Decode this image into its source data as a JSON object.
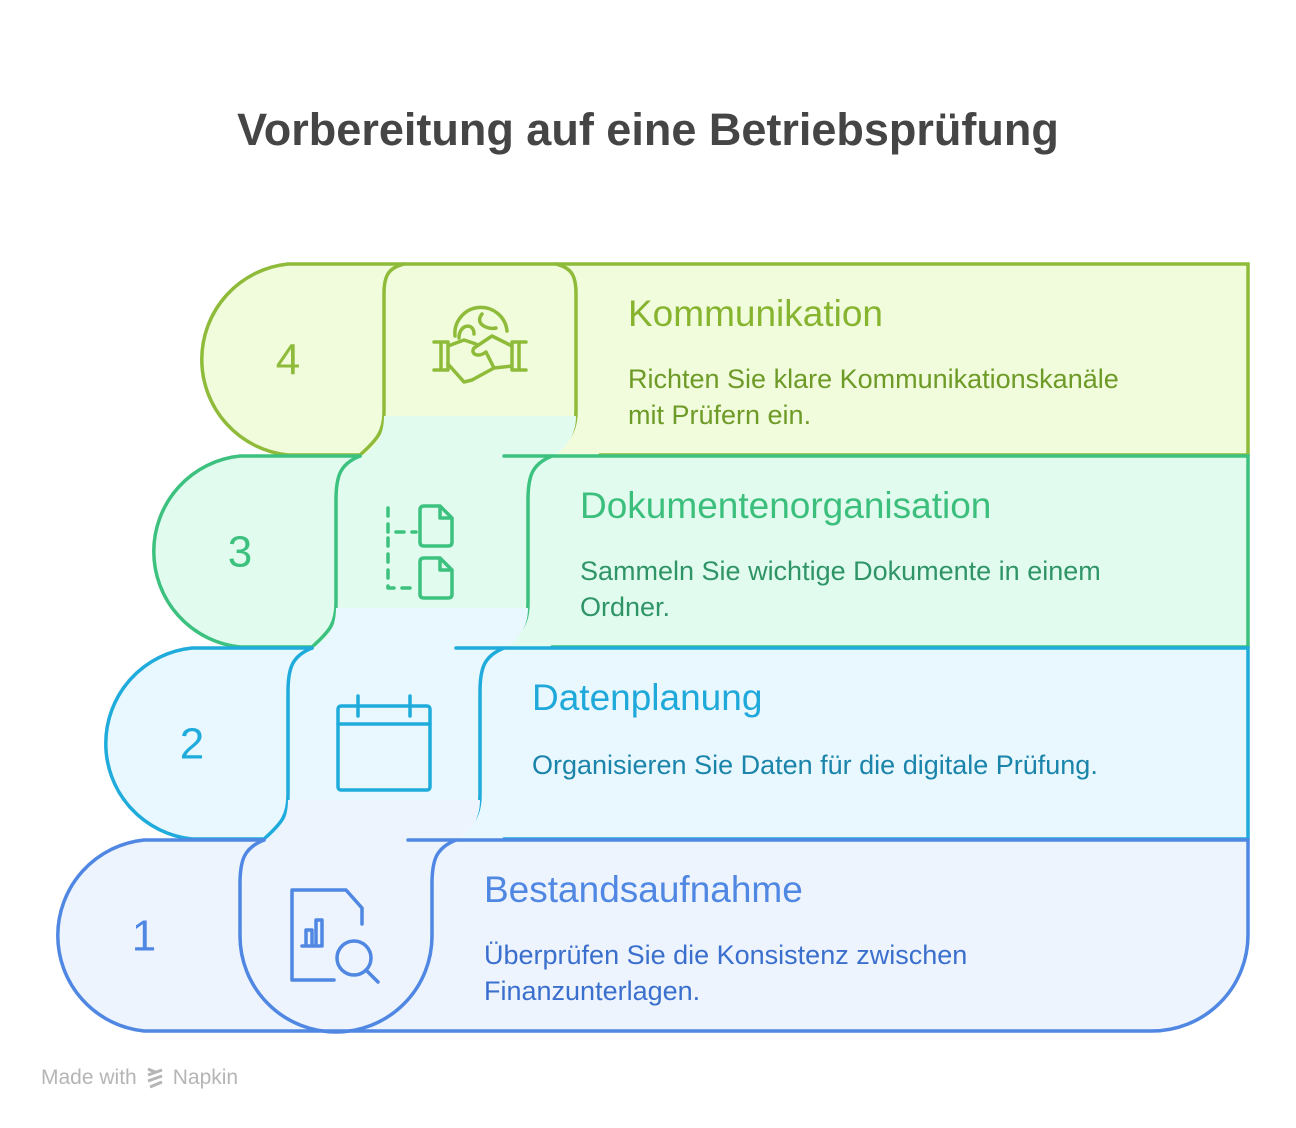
{
  "title": "Vorbereitung auf eine Betriebsprüfung",
  "steps": [
    {
      "number": "4",
      "title": "Kommunikation",
      "desc": [
        "Richten Sie klare Kommunikationskanäle",
        "mit Prüfern ein."
      ],
      "icon": "handshake-globe-icon",
      "stroke": "#8fbb3a",
      "fill": "#f1fcdc",
      "titleColor": "#86b42f",
      "descColor": "#6e9a27"
    },
    {
      "number": "3",
      "title": "Dokumentenorganisation",
      "desc": [
        "Sammeln Sie wichtige Dokumente in einem",
        "Ordner."
      ],
      "icon": "document-tree-icon",
      "stroke": "#3cc17f",
      "fill": "#e1fcef",
      "titleColor": "#3cbf7c",
      "descColor": "#2f9466"
    },
    {
      "number": "2",
      "title": "Datenplanung",
      "desc": [
        "Organisieren Sie Daten für die digitale Prüfung."
      ],
      "icon": "calendar-icon",
      "stroke": "#1fabdc",
      "fill": "#e8f8fe",
      "titleColor": "#1fa8da",
      "descColor": "#1a84aa"
    },
    {
      "number": "1",
      "title": "Bestandsaufnahme",
      "desc": [
        "Überprüfen Sie die Konsistenz zwischen",
        "Finanzunterlagen."
      ],
      "icon": "chart-document-search-icon",
      "stroke": "#4f87e3",
      "fill": "#edf4fe",
      "titleColor": "#4f87e3",
      "descColor": "#3b6fcd"
    }
  ],
  "footer": {
    "made_with": "Made with",
    "brand": "Napkin"
  }
}
